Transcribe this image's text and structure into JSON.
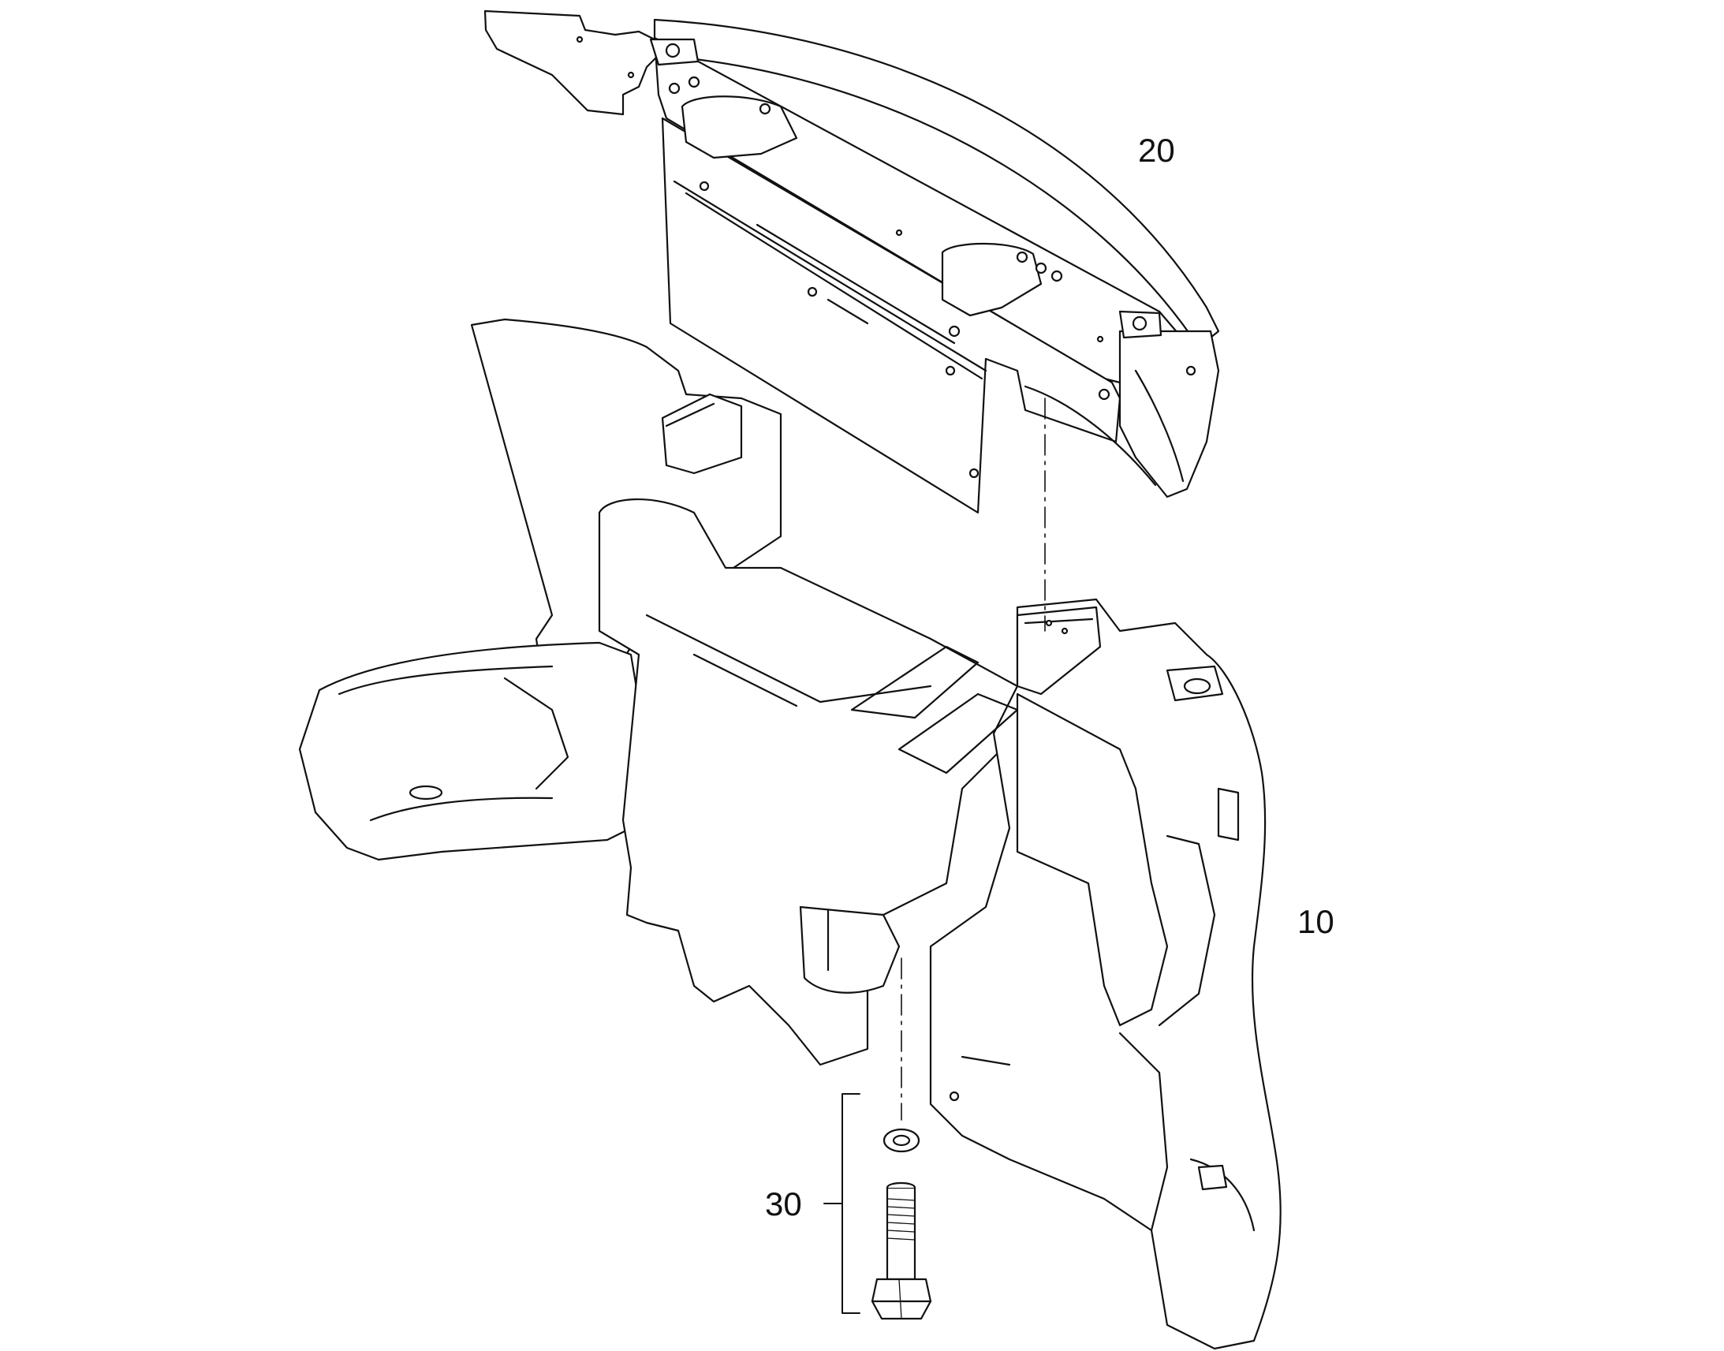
{
  "colors": {
    "line": "#111111",
    "background": "#ffffff",
    "fill": "#ffffff"
  },
  "callouts": {
    "part_20": "20",
    "part_10": "10",
    "part_30": "30"
  }
}
